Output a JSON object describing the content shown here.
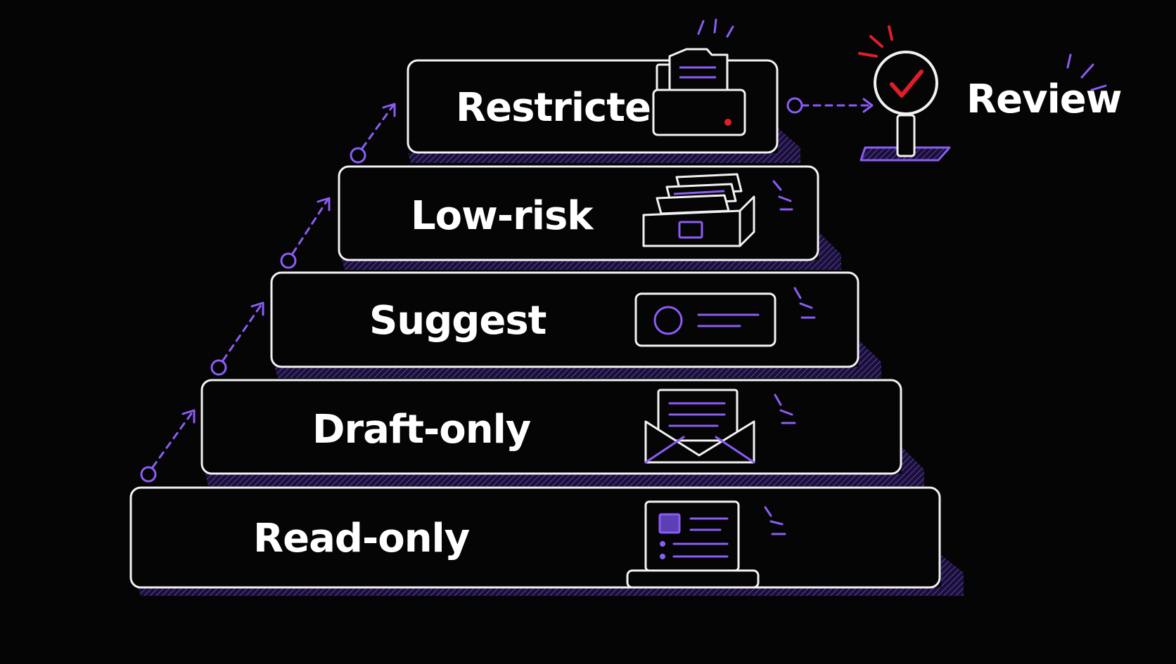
{
  "diagram": {
    "tiers": [
      {
        "label": "Restricted",
        "icon": "file-cabinet-icon"
      },
      {
        "label": "Low-risk",
        "icon": "file-box-icon"
      },
      {
        "label": "Suggest",
        "icon": "suggestion-card-icon"
      },
      {
        "label": "Draft-only",
        "icon": "envelope-letter-icon"
      },
      {
        "label": "Read-only",
        "icon": "document-tablet-icon"
      }
    ],
    "review": {
      "label": "Review",
      "icon": "review-checkmark-sign-icon"
    }
  },
  "colors": {
    "background": "#050505",
    "outline": "#f2f2f2",
    "accent": "#8b5cf6",
    "accent_dark": "#4c2f9a",
    "alert": "#e11d2a"
  }
}
